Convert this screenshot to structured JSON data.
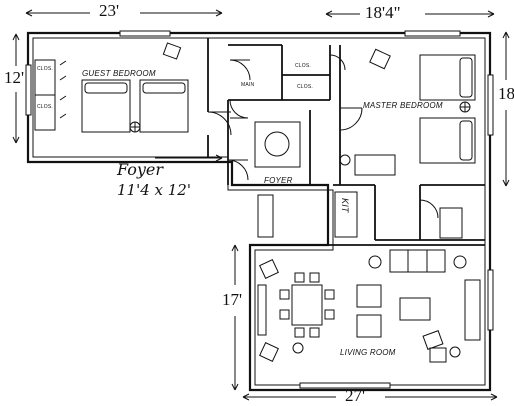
{
  "rooms": {
    "guest_bedroom": "GUEST BEDROOM",
    "master_bedroom": "MASTER BEDROOM",
    "foyer": "FOYER",
    "living_room": "LIVING ROOM",
    "main": "MAIN",
    "clos_1": "CLOS.",
    "clos_2": "CLOS.",
    "clos_left_1": "CLOS.",
    "clos_left_2": "CLOS.",
    "kit": "KIT"
  },
  "dimensions": {
    "top_left": "23'",
    "top_right": "18'4\"",
    "left_guest": "12'",
    "right_master": "18'",
    "left_living": "17'",
    "bottom_living": "27'"
  },
  "annotation": {
    "foyer_title": "Foyer",
    "foyer_size": "11'4 x 12'"
  }
}
